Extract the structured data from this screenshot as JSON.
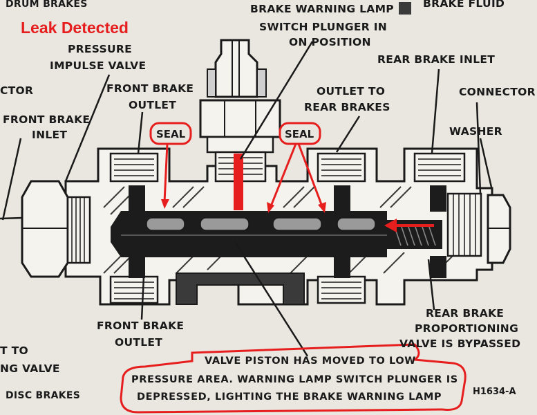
{
  "highlight": {
    "status": "Leak Detected",
    "accent_color": "#e61e1e"
  },
  "labels": {
    "top_left_partial": "DRUM BRAKES",
    "top_right_partial": "BRAKE FLUID",
    "warning_lamp_line1": "BRAKE WARNING LAMP",
    "warning_lamp_line2": "SWITCH PLUNGER IN",
    "warning_lamp_line3": "ON POSITION",
    "pressure_impulse_line1": "PRESSURE",
    "pressure_impulse_line2": "IMPULSE VALVE",
    "connector_left": "CTOR",
    "front_brake_inlet_line1": "FRONT BRAKE",
    "front_brake_inlet_line2": "INLET",
    "front_brake_outlet_top_line1": "FRONT BRAKE",
    "front_brake_outlet_top_line2": "OUTLET",
    "outlet_rear_line1": "OUTLET TO",
    "outlet_rear_line2": "REAR BRAKES",
    "rear_brake_inlet": "REAR BRAKE INLET",
    "connector_right": "CONNECTOR",
    "washer": "WASHER",
    "seal_left": "SEAL",
    "seal_right": "SEAL",
    "front_brake_outlet_bottom_line1": "FRONT BRAKE",
    "front_brake_outlet_bottom_line2": "OUTLET",
    "rear_prop_line1": "REAR BRAKE",
    "rear_prop_line2": "PROPORTIONING",
    "rear_prop_line3": "VALVE IS BYPASSED",
    "left_bottom_line1": "T TO",
    "left_bottom_line2": "NG VALVE",
    "left_bottom_line3": "DISC BRAKES",
    "figure_code": "H1634-A"
  },
  "note": {
    "line1": "VALVE PISTON HAS MOVED TO LOW",
    "line2": "PRESSURE AREA. WARNING LAMP SWITCH PLUNGER IS",
    "line3": "DEPRESSED, LIGHTING THE BRAKE WARNING LAMP"
  }
}
